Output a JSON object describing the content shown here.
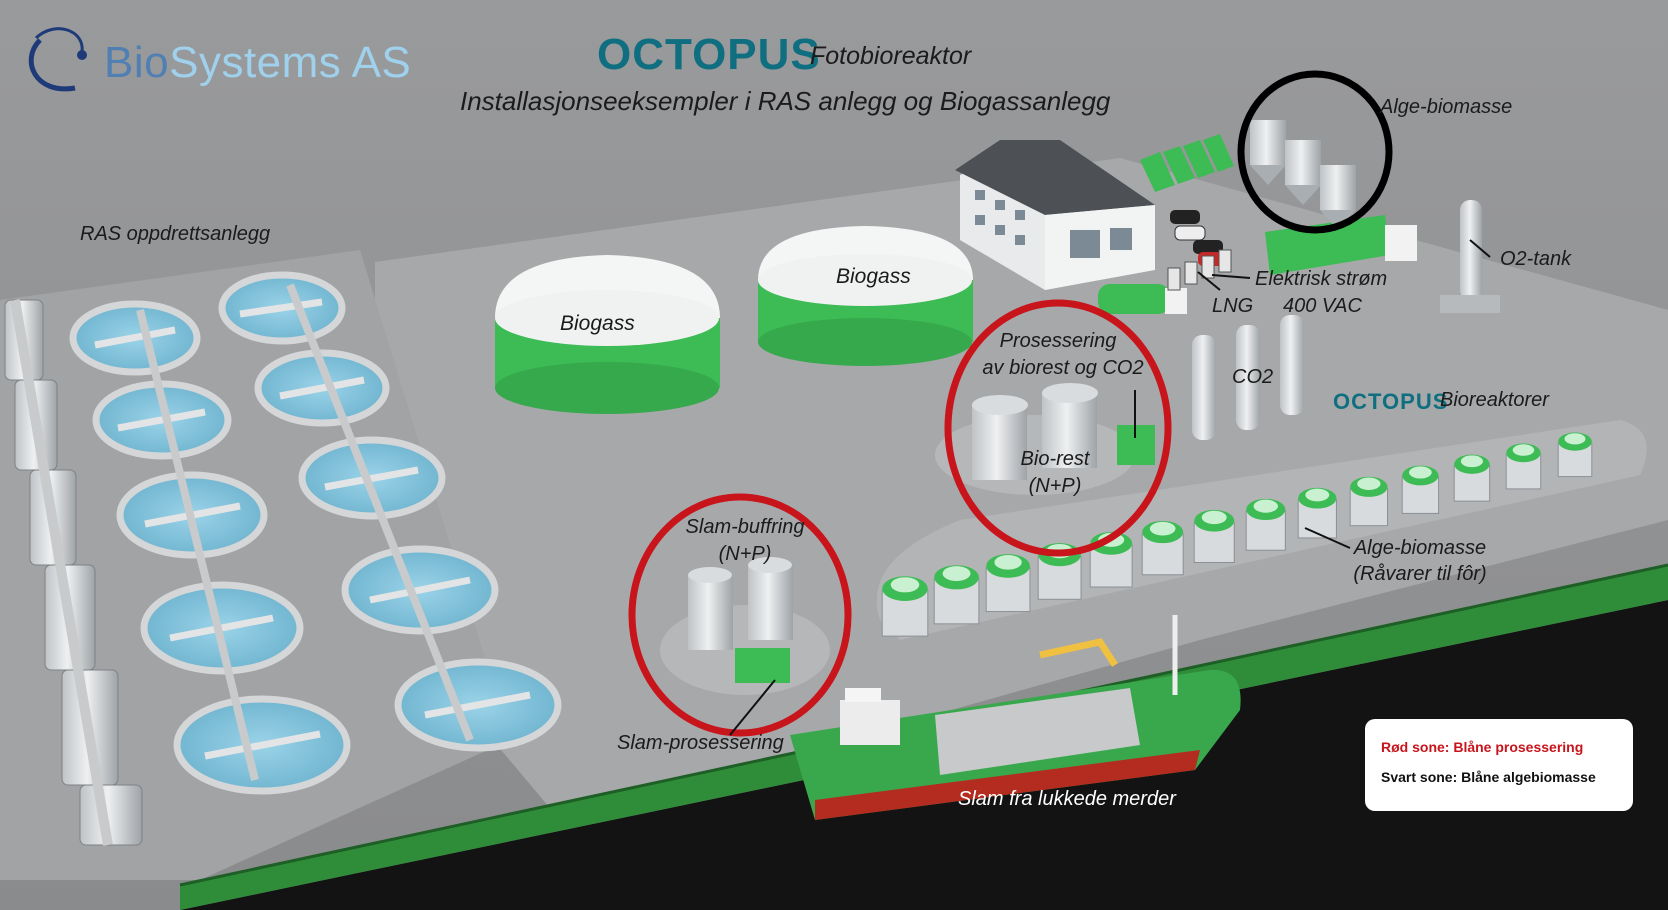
{
  "header": {
    "company_part1": "Bio",
    "company_part2": "Systems AS",
    "product_brand": "OCTOPUS",
    "product_type": "Fotobioreaktor",
    "subtitle": "Installasjonseeksempler i RAS anlegg og Biogassanlegg"
  },
  "labels": {
    "ras": "RAS oppdrettsanlegg",
    "biogass_left": "Biogass",
    "biogass_right": "Biogass",
    "algae_biomass_top": "Alge-biomasse",
    "o2_tank": "O2-tank",
    "electric_line1": "Elektrisk strøm",
    "electric_line2": "400 VAC",
    "lng": "LNG",
    "co2": "CO2",
    "processing_line1": "Prosessering",
    "processing_line2": "av biorest og CO2",
    "biorest_line1": "Bio-rest",
    "biorest_line2": "(N+P)",
    "bioreactors_brand": "OCTOPUS",
    "bioreactors": "Bioreaktorer",
    "algae_biomass_bottom_line1": "Alge-biomasse",
    "algae_biomass_bottom_line2": "(Råvarer til fôr)",
    "sludge_buffer_line1": "Slam-buffring",
    "sludge_buffer_line2": "(N+P)",
    "sludge_processing": "Slam-prosessering",
    "ship": "Slam fra lukkede merder"
  },
  "legend": {
    "red_zone": "Rød sone: Blåne prosessering",
    "black_zone": "Svart sone: Blåne algebiomasse"
  },
  "colors": {
    "brand_teal": "#0f6f80",
    "logo_blue": "#4f7fb3",
    "zone_red": "#c8141b",
    "zone_black": "#000000",
    "facility_green": "#3dbb55",
    "water_blue": "#7fc3de",
    "sea": "#141414"
  }
}
